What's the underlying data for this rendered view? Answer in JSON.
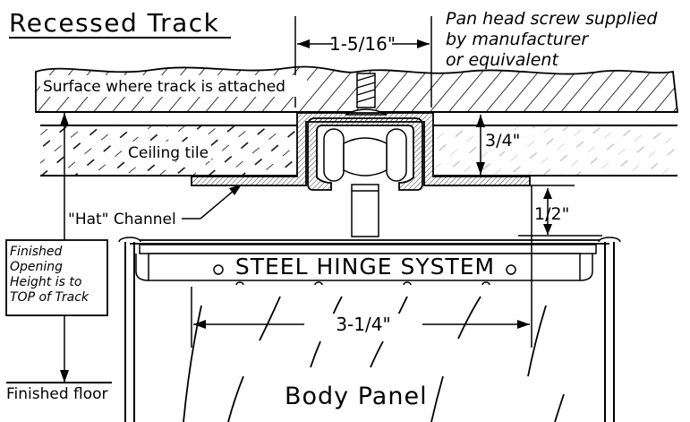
{
  "title": "Recessed Track",
  "note_lines": [
    "Pan head screw supplied",
    "by manufacturer",
    "or equivalent"
  ],
  "dimensions": {
    "screw_spacing": "1-5/16\"",
    "track_depth": "3/4\"",
    "gap": "1/2\"",
    "hinge_width": "3-1/4\""
  },
  "labels": {
    "surface": "Surface where track is attached",
    "ceiling_tile": "Ceiling tile",
    "hat_channel": "\"Hat\" Channel",
    "hinge_system": "STEEL HINGE SYSTEM",
    "body_panel": "Body Panel",
    "finished_floor": "Finished floor"
  },
  "opening_note_lines": [
    "Finished",
    "Opening",
    "Height is to",
    "TOP of Track"
  ]
}
